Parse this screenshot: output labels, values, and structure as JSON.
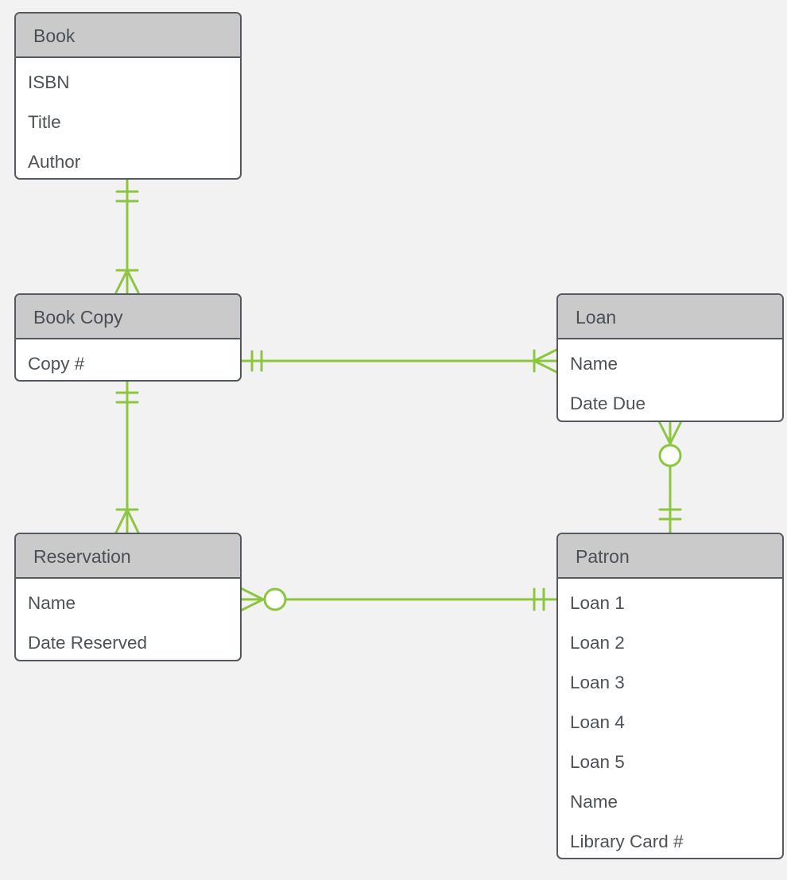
{
  "colors": {
    "canvas": "#f2f2f2",
    "connector": "#8cc63f",
    "entity_border": "#555a60",
    "entity_header_bg": "#cacaca",
    "entity_body_bg": "#ffffff",
    "text": "#4d5257"
  },
  "entities": {
    "book": {
      "title": "Book",
      "attributes": [
        "ISBN",
        "Title",
        "Author"
      ]
    },
    "book_copy": {
      "title": "Book Copy",
      "attributes": [
        "Copy #"
      ]
    },
    "loan": {
      "title": "Loan",
      "attributes": [
        "Name",
        "Date Due"
      ]
    },
    "reservation": {
      "title": "Reservation",
      "attributes": [
        "Name",
        "Date Reserved"
      ]
    },
    "patron": {
      "title": "Patron",
      "attributes": [
        "Loan 1",
        "Loan 2",
        "Loan 3",
        "Loan 4",
        "Loan 5",
        "Name",
        "Library Card #"
      ]
    }
  },
  "relationships": [
    {
      "from": "book",
      "from_cardinality": "one-and-only-one",
      "to": "book_copy",
      "to_cardinality": "one-or-many"
    },
    {
      "from": "book_copy",
      "from_cardinality": "one-and-only-one",
      "to": "loan",
      "to_cardinality": "one-or-many"
    },
    {
      "from": "book_copy",
      "from_cardinality": "one-and-only-one",
      "to": "reservation",
      "to_cardinality": "one-or-many"
    },
    {
      "from": "patron",
      "from_cardinality": "one-and-only-one",
      "to": "loan",
      "to_cardinality": "zero-or-many"
    },
    {
      "from": "patron",
      "from_cardinality": "one-and-only-one",
      "to": "reservation",
      "to_cardinality": "zero-or-many"
    }
  ]
}
